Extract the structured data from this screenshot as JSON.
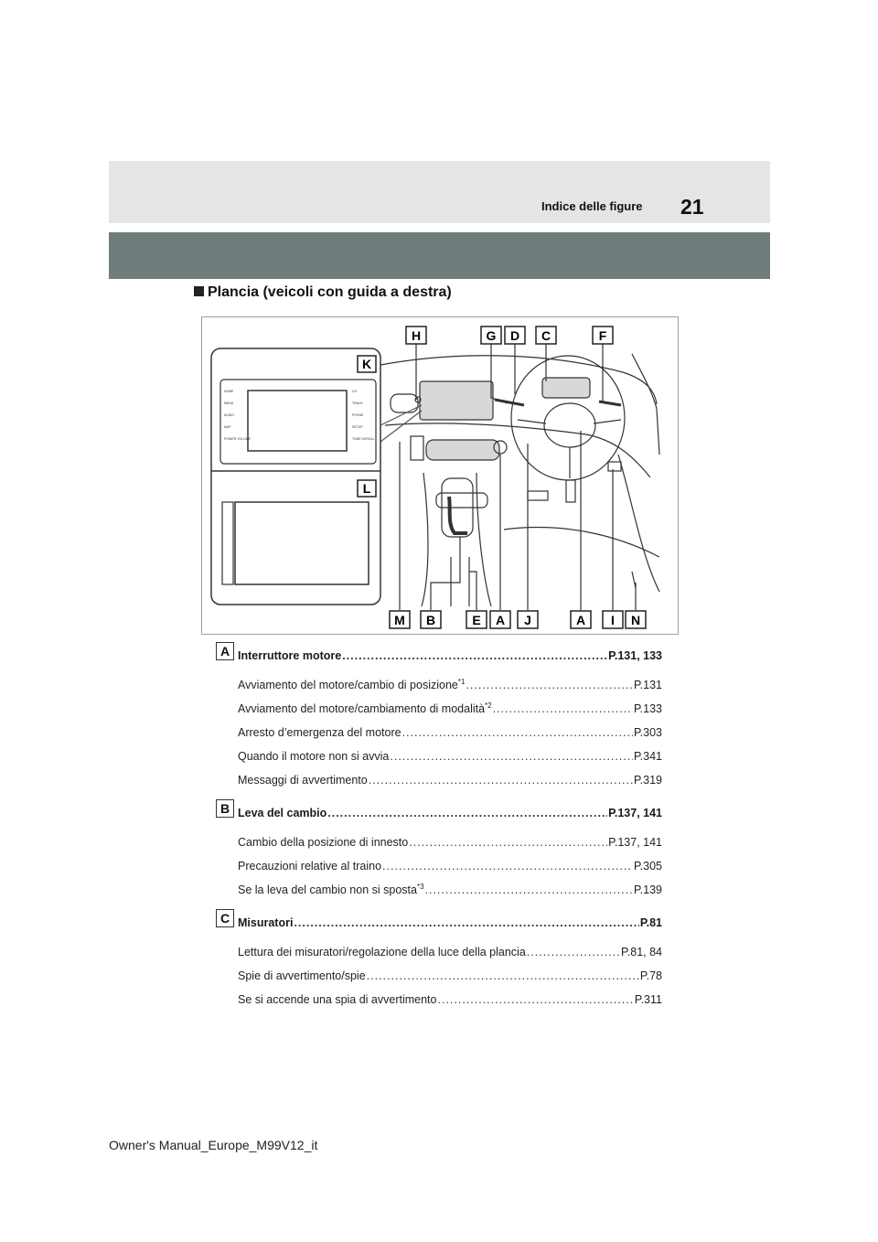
{
  "header": {
    "title": "Indice delle figure",
    "page_number": "21"
  },
  "section": {
    "heading": "Plancia (veicoli con guida a destra)"
  },
  "figure": {
    "callouts_top": [
      "H",
      "G",
      "D",
      "C",
      "F"
    ],
    "callouts_bottom": [
      "M",
      "B",
      "E",
      "A",
      "J",
      "A",
      "I",
      "N"
    ],
    "panel_labels": [
      "K",
      "L"
    ],
    "audio_buttons_left": [
      "HOME",
      "MENU",
      "AUDIO",
      "MAP",
      "POWER VOLUME"
    ],
    "audio_buttons_right": [
      "CH",
      "TRACK",
      "PHONE",
      "SETUP",
      "TUNE SCROLL"
    ]
  },
  "entries": [
    {
      "letter": "A",
      "title": "Interruttore motore",
      "page": "P.131, 133",
      "items": [
        {
          "text": "Avviamento del motore/cambio di posizione",
          "sup": "*1",
          "page": "P.131"
        },
        {
          "text": "Avviamento del motore/cambiamento di modalità",
          "sup": "*2",
          "page": "P.133"
        },
        {
          "text": "Arresto d’emergenza del motore",
          "sup": "",
          "page": "P.303"
        },
        {
          "text": "Quando il motore non si avvia",
          "sup": "",
          "page": "P.341"
        },
        {
          "text": "Messaggi di avvertimento",
          "sup": "",
          "page": "P.319"
        }
      ]
    },
    {
      "letter": "B",
      "title": "Leva del cambio",
      "page": "P.137, 141",
      "items": [
        {
          "text": "Cambio della posizione di innesto",
          "sup": "",
          "page": "P.137, 141"
        },
        {
          "text": "Precauzioni relative al traino",
          "sup": "",
          "page": "P.305"
        },
        {
          "text": "Se la leva del cambio non si sposta",
          "sup": "*3",
          "page": "P.139"
        }
      ]
    },
    {
      "letter": "C",
      "title": "Misuratori",
      "page": "P.81",
      "items": [
        {
          "text": "Lettura dei misuratori/regolazione della luce della plancia",
          "sup": "",
          "page": "P.81, 84"
        },
        {
          "text": "Spie di avvertimento/spie",
          "sup": "",
          "page": "P.78"
        },
        {
          "text": "Se si accende una spia di avvertimento",
          "sup": "",
          "page": "P.311"
        }
      ]
    }
  ],
  "footer": {
    "text": "Owner's Manual_Europe_M99V12_it"
  }
}
